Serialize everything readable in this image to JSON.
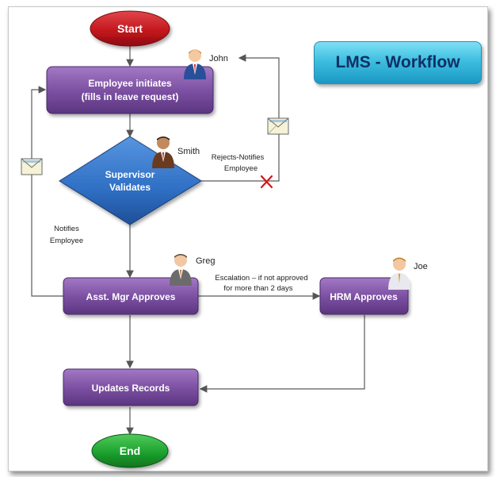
{
  "title": "LMS - Workflow",
  "nodes": {
    "start": "Start",
    "initiate_line1": "Employee initiates",
    "initiate_line2": "(fills in leave request)",
    "validate_line1": "Supervisor",
    "validate_line2": "Validates",
    "asst_mgr": "Asst. Mgr Approves",
    "hrm": "HRM Approves",
    "update": "Updates Records",
    "end": "End"
  },
  "people": {
    "john": "John",
    "smith": "Smith",
    "greg": "Greg",
    "joe": "Joe"
  },
  "edge_labels": {
    "rejects_line1": "Rejects-Notifies",
    "rejects_line2": "Employee",
    "notifies_line1": "Notifies",
    "notifies_line2": "Employee",
    "escalation_line1": "Escalation – if not approved",
    "escalation_line2": "for more than 2 days"
  },
  "colors": {
    "terminal_start": "#c0141b",
    "terminal_end": "#1a9e2c",
    "process": "#7b4e9e",
    "decision": "#2f6fc4",
    "title": "#2ab3da"
  }
}
